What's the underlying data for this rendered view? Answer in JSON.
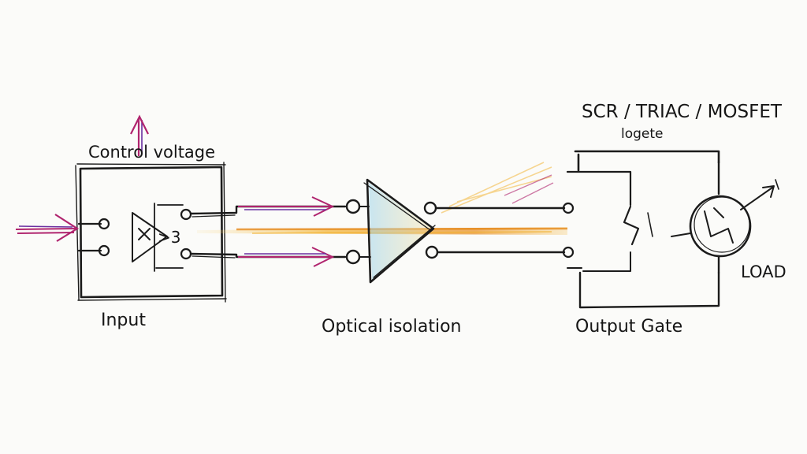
{
  "labels": {
    "control_voltage": "Control voltage",
    "input": "Input",
    "optical_isolation": "Optical isolation",
    "output_gate": "Output Gate",
    "switch_types": "SCR / TRIAC / MOSFET",
    "logic_gate_note": "logete",
    "load": "LOAD"
  },
  "colors": {
    "ink": "#1b1b1b",
    "accent_magenta": "#b0246e",
    "accent_purple": "#6a2fa0",
    "light_beam": "#f2b02a",
    "light_beam_core": "#e6891a",
    "prism_tint": "#9fd3e8"
  },
  "icons": [
    "control-voltage-arrow-icon",
    "input-arrow-icon",
    "optocoupler-prism-icon",
    "load-lamp-icon",
    "scr-symbol-icon"
  ]
}
